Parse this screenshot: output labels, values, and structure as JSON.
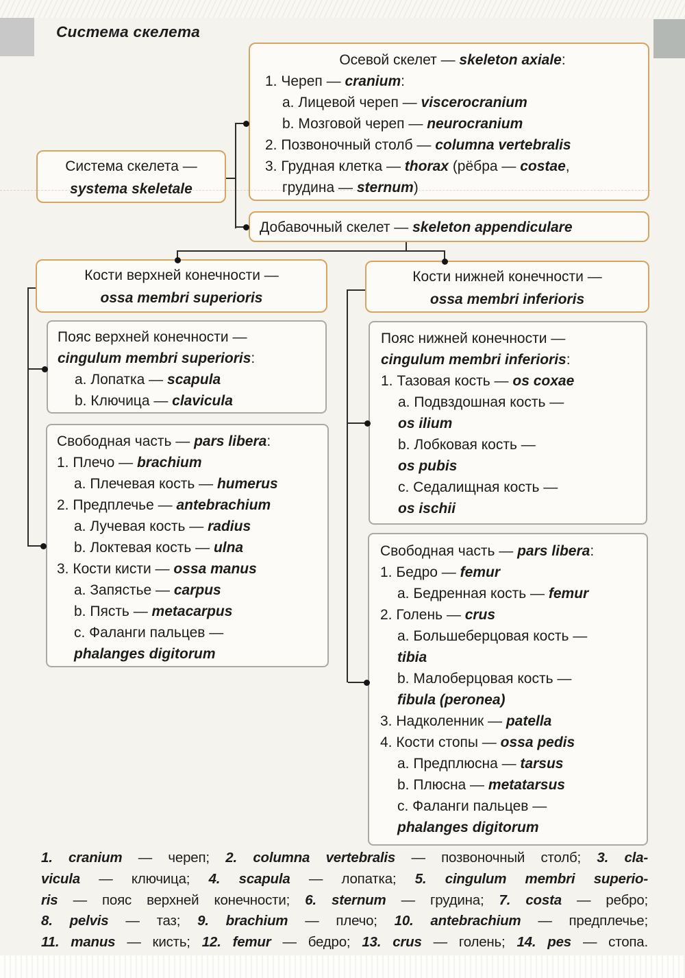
{
  "title": "Система скелета",
  "colors": {
    "accent": "#d7a55f",
    "plain": "#a8aaa6",
    "ink": "#1c1c1c",
    "line": "#2c2c2c",
    "bg": "#f5f3ee"
  },
  "boxes": {
    "root": {
      "lines": [
        {
          "seg": [
            {
              "t": "Система скелета —"
            }
          ]
        },
        {
          "seg": [
            {
              "t": "systema skeletale",
              "b": 1
            }
          ]
        }
      ]
    },
    "axial": {
      "lines": [
        {
          "align": "c",
          "seg": [
            {
              "t": "Осевой скелет — "
            },
            {
              "t": "skeleton axiale",
              "b": 1
            },
            {
              "t": ":"
            }
          ]
        },
        {
          "seg": [
            {
              "t": "1. Череп — "
            },
            {
              "t": "cranium",
              "b": 1
            },
            {
              "t": ":"
            }
          ]
        },
        {
          "ind": 1,
          "seg": [
            {
              "t": "a. Лицевой череп — "
            },
            {
              "t": "viscerocranium",
              "b": 1
            }
          ]
        },
        {
          "ind": 1,
          "seg": [
            {
              "t": "b. Мозговой череп — "
            },
            {
              "t": "neurocranium",
              "b": 1
            }
          ]
        },
        {
          "seg": [
            {
              "t": "2. Позвоночный столб — "
            },
            {
              "t": "columna vertebralis",
              "b": 1
            }
          ]
        },
        {
          "seg": [
            {
              "t": "3. Грудная клетка — "
            },
            {
              "t": "thorax",
              "b": 1
            },
            {
              "t": " (рёбра — "
            },
            {
              "t": "costae",
              "b": 1
            },
            {
              "t": ","
            }
          ]
        },
        {
          "ind": 1,
          "seg": [
            {
              "t": "грудина — "
            },
            {
              "t": "sternum",
              "b": 1
            },
            {
              "t": ")"
            }
          ]
        }
      ]
    },
    "appendicular": {
      "lines": [
        {
          "seg": [
            {
              "t": "Добавочный скелет — "
            },
            {
              "t": "skeleton appendiculare",
              "b": 1
            }
          ]
        }
      ]
    },
    "upper_limb": {
      "lines": [
        {
          "seg": [
            {
              "t": "Кости верхней конечности —"
            }
          ]
        },
        {
          "seg": [
            {
              "t": "ossa membri superioris",
              "b": 1
            }
          ]
        }
      ]
    },
    "lower_limb": {
      "lines": [
        {
          "seg": [
            {
              "t": "Кости нижней конечности —"
            }
          ]
        },
        {
          "seg": [
            {
              "t": "ossa membri inferioris",
              "b": 1
            }
          ]
        }
      ]
    },
    "upper_girdle": {
      "lines": [
        {
          "seg": [
            {
              "t": "Пояс верхней конечности —"
            }
          ]
        },
        {
          "seg": [
            {
              "t": "cingulum membri superioris",
              "b": 1
            },
            {
              "t": ":"
            }
          ]
        },
        {
          "ind": 1,
          "seg": [
            {
              "t": "a. Лопатка — "
            },
            {
              "t": "scapula",
              "b": 1
            }
          ]
        },
        {
          "ind": 1,
          "seg": [
            {
              "t": "b. Ключица — "
            },
            {
              "t": "clavicula",
              "b": 1
            }
          ]
        }
      ]
    },
    "upper_free": {
      "lines": [
        {
          "seg": [
            {
              "t": "Свободная часть — "
            },
            {
              "t": "pars libera",
              "b": 1
            },
            {
              "t": ":"
            }
          ]
        },
        {
          "seg": [
            {
              "t": "1. Плечо — "
            },
            {
              "t": "brachium",
              "b": 1
            }
          ]
        },
        {
          "ind": 1,
          "seg": [
            {
              "t": "a. Плечевая кость — "
            },
            {
              "t": "humerus",
              "b": 1
            }
          ]
        },
        {
          "seg": [
            {
              "t": "2. Предплечье — "
            },
            {
              "t": "antebrachium",
              "b": 1
            }
          ]
        },
        {
          "ind": 1,
          "seg": [
            {
              "t": "a. Лучевая кость — "
            },
            {
              "t": "radius",
              "b": 1
            }
          ]
        },
        {
          "ind": 1,
          "seg": [
            {
              "t": "b. Локтевая кость — "
            },
            {
              "t": "ulna",
              "b": 1
            }
          ]
        },
        {
          "seg": [
            {
              "t": "3. Кости кисти — "
            },
            {
              "t": "ossa manus",
              "b": 1
            }
          ]
        },
        {
          "ind": 1,
          "seg": [
            {
              "t": "a. Запястье — "
            },
            {
              "t": "carpus",
              "b": 1
            }
          ]
        },
        {
          "ind": 1,
          "seg": [
            {
              "t": "b. Пясть — "
            },
            {
              "t": "metacarpus",
              "b": 1
            }
          ]
        },
        {
          "ind": 1,
          "seg": [
            {
              "t": "c. Фаланги пальцев —"
            }
          ]
        },
        {
          "ind": 1,
          "seg": [
            {
              "t": "phalanges digitorum",
              "b": 1
            }
          ]
        }
      ]
    },
    "lower_girdle": {
      "lines": [
        {
          "seg": [
            {
              "t": "Пояс нижней конечности —"
            }
          ]
        },
        {
          "seg": [
            {
              "t": "cingulum membri inferioris",
              "b": 1
            },
            {
              "t": ":"
            }
          ]
        },
        {
          "seg": [
            {
              "t": "1. Тазовая кость — "
            },
            {
              "t": "os coxae",
              "b": 1
            }
          ]
        },
        {
          "ind": 1,
          "seg": [
            {
              "t": "a. Подвздошная кость —"
            }
          ]
        },
        {
          "ind": 1,
          "seg": [
            {
              "t": "os ilium",
              "b": 1
            }
          ]
        },
        {
          "ind": 1,
          "seg": [
            {
              "t": "b. Лобковая кость —"
            }
          ]
        },
        {
          "ind": 1,
          "seg": [
            {
              "t": "os pubis",
              "b": 1
            }
          ]
        },
        {
          "ind": 1,
          "seg": [
            {
              "t": "c. Седалищная кость —"
            }
          ]
        },
        {
          "ind": 1,
          "seg": [
            {
              "t": "os ischii",
              "b": 1
            }
          ]
        }
      ]
    },
    "lower_free": {
      "lines": [
        {
          "seg": [
            {
              "t": "Свободная часть — "
            },
            {
              "t": "pars libera",
              "b": 1
            },
            {
              "t": ":"
            }
          ]
        },
        {
          "seg": [
            {
              "t": "1. Бедро — "
            },
            {
              "t": "femur",
              "b": 1
            }
          ]
        },
        {
          "ind": 1,
          "seg": [
            {
              "t": "a. Бедренная кость — "
            },
            {
              "t": "femur",
              "b": 1
            }
          ]
        },
        {
          "seg": [
            {
              "t": "2. Голень — "
            },
            {
              "t": "crus",
              "b": 1
            }
          ]
        },
        {
          "ind": 1,
          "seg": [
            {
              "t": "a. Большеберцовая кость —"
            }
          ]
        },
        {
          "ind": 1,
          "seg": [
            {
              "t": "tibia",
              "b": 1
            }
          ]
        },
        {
          "ind": 1,
          "seg": [
            {
              "t": "b. Малоберцовая кость —"
            }
          ]
        },
        {
          "ind": 1,
          "seg": [
            {
              "t": "fibula (peronea)",
              "b": 1
            }
          ]
        },
        {
          "seg": [
            {
              "t": "3. Надколенник — "
            },
            {
              "t": "patella",
              "b": 1
            }
          ]
        },
        {
          "seg": [
            {
              "t": "4. Кости стопы — "
            },
            {
              "t": "ossa pedis",
              "b": 1
            }
          ]
        },
        {
          "ind": 1,
          "seg": [
            {
              "t": "a. Предплюсна — "
            },
            {
              "t": "tarsus",
              "b": 1
            }
          ]
        },
        {
          "ind": 1,
          "seg": [
            {
              "t": "b. Плюсна — "
            },
            {
              "t": "metatarsus",
              "b": 1
            }
          ]
        },
        {
          "ind": 1,
          "seg": [
            {
              "t": "c. Фаланги пальцев —"
            }
          ]
        },
        {
          "ind": 1,
          "seg": [
            {
              "t": "phalanges digitorum",
              "b": 1
            }
          ]
        }
      ]
    }
  },
  "glossary": {
    "lines": [
      {
        "seg": [
          {
            "t": "1. cranium",
            "b": 1
          },
          {
            "t": " — череп; "
          },
          {
            "t": "2. columna vertebralis",
            "b": 1
          },
          {
            "t": " — позвоночный столб; "
          },
          {
            "t": "3. cla-",
            "b": 1
          }
        ]
      },
      {
        "seg": [
          {
            "t": "vicula",
            "b": 1
          },
          {
            "t": " — ключица; "
          },
          {
            "t": "4. scapula",
            "b": 1
          },
          {
            "t": " — лопатка; "
          },
          {
            "t": "5. cingulum membri superio-",
            "b": 1
          }
        ]
      },
      {
        "seg": [
          {
            "t": "ris",
            "b": 1
          },
          {
            "t": " — пояс верхней конечности; "
          },
          {
            "t": "6. sternum",
            "b": 1
          },
          {
            "t": " — грудина; "
          },
          {
            "t": "7. costa",
            "b": 1
          },
          {
            "t": " — ребро;"
          }
        ]
      },
      {
        "seg": [
          {
            "t": "8. pelvis",
            "b": 1
          },
          {
            "t": " — таз; "
          },
          {
            "t": "9. brachium",
            "b": 1
          },
          {
            "t": " — плечо; "
          },
          {
            "t": "10. antebrachium",
            "b": 1
          },
          {
            "t": " — предплечье;"
          }
        ]
      },
      {
        "seg": [
          {
            "t": "11. manus",
            "b": 1
          },
          {
            "t": " — кисть; "
          },
          {
            "t": "12. femur",
            "b": 1
          },
          {
            "t": " — бедро; "
          },
          {
            "t": "13. crus",
            "b": 1
          },
          {
            "t": " — голень; "
          },
          {
            "t": "14. pes",
            "b": 1
          },
          {
            "t": " — стопа."
          }
        ]
      }
    ]
  }
}
